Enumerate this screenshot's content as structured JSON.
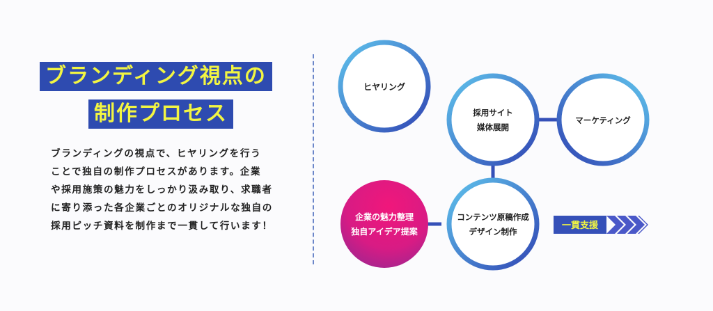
{
  "title": {
    "line1": "ブランディング視点の",
    "line2": "制作プロセス"
  },
  "description": [
    "ブランディングの視点で、ヒヤリングを行う",
    "ことで独自の制作プロセスがあります。企業",
    "や採用施策の魅力をしっかり汲み取り、求職者",
    "に寄り添った各企業ごとのオリジナルな独自の",
    "採用ピッチ資料を制作まで一貫して行います！"
  ],
  "nodes": {
    "hearing": {
      "lines": [
        "ヒヤリング"
      ]
    },
    "media": {
      "lines": [
        "採用サイト",
        "媒体展開"
      ]
    },
    "marketing": {
      "lines": [
        "マーケティング"
      ]
    },
    "attraction": {
      "lines": [
        "企業の魅力整理",
        "独自アイデア提案"
      ]
    },
    "content": {
      "lines": [
        "コンテンツ原稿作成",
        "デザイン制作"
      ]
    }
  },
  "badge": {
    "label": "一貫支援"
  },
  "colors": {
    "navy": "#2e4bb0",
    "yellow": "#f2f542",
    "light_blue": "#58b7e6",
    "blue": "#3550b8",
    "magenta": "#e8197d",
    "purple": "#a8228a",
    "arrow": "#4a58c8"
  }
}
